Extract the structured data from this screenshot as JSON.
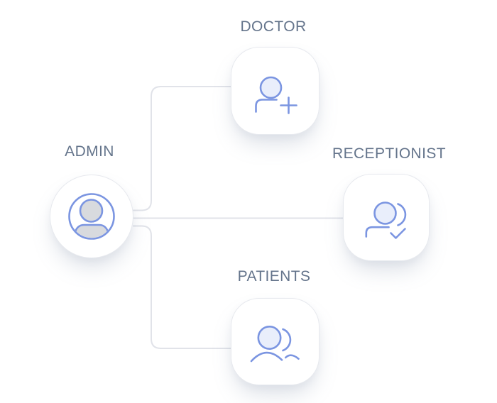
{
  "diagram": {
    "title": "admin-role-hierarchy",
    "nodes": [
      {
        "id": "admin",
        "label": "ADMIN",
        "shape": "circle",
        "icon": "user-circle-icon"
      },
      {
        "id": "doctor",
        "label": "DOCTOR",
        "shape": "rounded-square",
        "icon": "user-plus-icon"
      },
      {
        "id": "receptionist",
        "label": "RECEPTIONIST",
        "shape": "rounded-square",
        "icon": "user-check-icon"
      },
      {
        "id": "patients",
        "label": "PATIENTS",
        "shape": "rounded-square",
        "icon": "users-icon"
      }
    ],
    "edges": [
      {
        "from": "admin",
        "to": "doctor"
      },
      {
        "from": "admin",
        "to": "receptionist"
      },
      {
        "from": "admin",
        "to": "patients"
      }
    ],
    "colors": {
      "background": "#ffffff",
      "accent_blue": "#7b95e1",
      "icon_fill_light_blue": "#e9eefb",
      "icon_fill_gray": "#d8dade",
      "connector_line": "#e1e3e9",
      "node_border": "#e7e9ee",
      "label_text": "#64748b"
    }
  }
}
